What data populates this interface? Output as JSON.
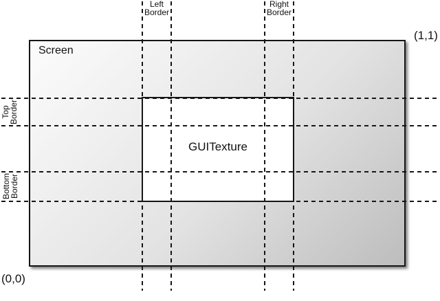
{
  "labels": {
    "screen": "Screen",
    "guitexture": "GUITexture",
    "left_border": "Left\nBorder",
    "right_border": "Right\nBorder",
    "top_border": "Top\nBorder",
    "bottom_border": "Bottom\nBorder",
    "origin_coord": "(0,0)",
    "unit_coord": "(1,1)"
  },
  "colors": {
    "line": "#151515",
    "screen_gradient_start": "#fcfcfc",
    "screen_gradient_end": "#bdbdbd",
    "texture_fill": "#ffffff"
  }
}
